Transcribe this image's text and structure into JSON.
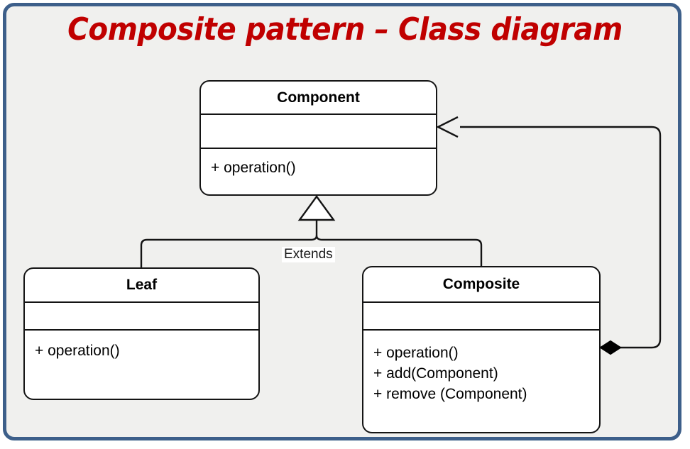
{
  "slide": {
    "title": "Composite pattern – Class diagram",
    "title_color": "#c00000",
    "frame_border_color": "#3d5f8a",
    "background_color": "#f0f0ee"
  },
  "diagram": {
    "type": "uml-class-diagram",
    "classes": [
      {
        "id": "component",
        "name": "Component",
        "attributes": [],
        "operations": [
          "+ operation()"
        ]
      },
      {
        "id": "leaf",
        "name": "Leaf",
        "attributes": [],
        "operations": [
          "+ operation()"
        ]
      },
      {
        "id": "composite",
        "name": "Composite",
        "attributes": [],
        "operations": [
          "+ operation()",
          "+ add(Component)",
          "+ remove (Component)"
        ]
      }
    ],
    "relationships": [
      {
        "id": "leaf-extends-component",
        "kind": "generalization",
        "from": "Leaf",
        "to": "Component",
        "label": "Extends"
      },
      {
        "id": "composite-extends-component",
        "kind": "generalization",
        "from": "Composite",
        "to": "Component",
        "label": "Extends"
      },
      {
        "id": "composite-aggregates-component",
        "kind": "aggregation",
        "from": "Composite",
        "to": "Component",
        "label": ""
      }
    ],
    "generalization_label": "Extends"
  }
}
